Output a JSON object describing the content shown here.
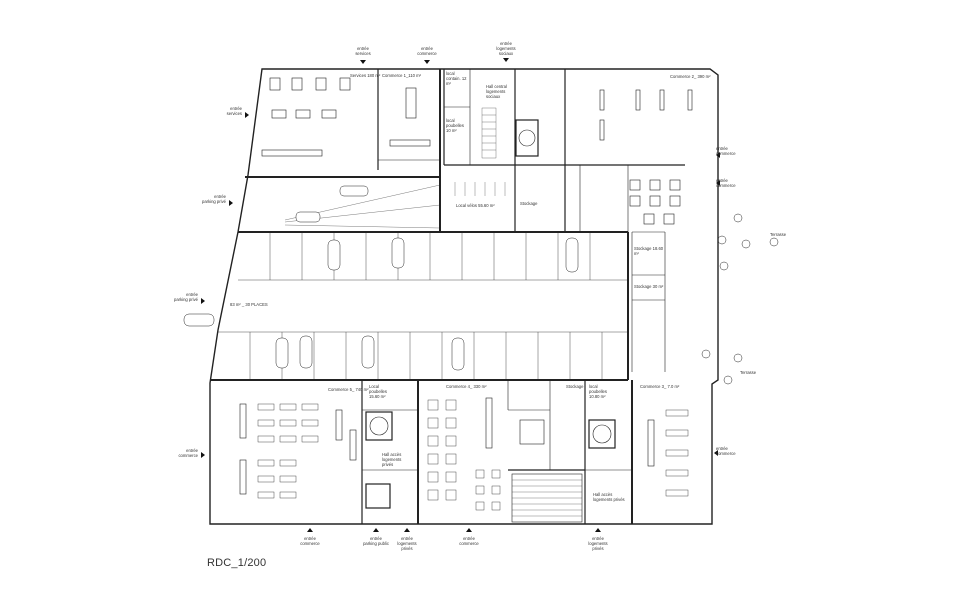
{
  "caption": "RDC_1/200",
  "rooms": {
    "services": "Services 180 m²",
    "commerce1": "Commerce 1_110 m²",
    "local_conteneurs": "local contain. 12 m²",
    "local_poubelles_top": "local poubelles 10 m²",
    "hall_top": "Hall central logements sociaux",
    "commerce2": "Commerce 2_ 390 m²",
    "stockage_top": "Stockage",
    "local_velos": "Local vélos 55.60 m²",
    "stockage_east1": "Stockage 18.60 m²",
    "stockage_east2": "Stockage 30 m²",
    "parking": "83 m² _ 30 PLACES",
    "commerce5": "Commerce 5_ 740 m²",
    "local_poubelles_sw": "Local poubelles 15.60 m²",
    "commerce4": "Commerce 4_ 330 m²",
    "stockage_mid": "Stockage",
    "local_poubelles_se": "local poubelles 10.80 m²",
    "commerce3": "Commerce 3_ 7.0 m²",
    "hall_sw": "Hall accès logements privés",
    "hall_se": "Hall accès logements privés"
  },
  "entries": {
    "services_n": "entrée services",
    "commerce_n": "entrée commerce",
    "logements_n": "entrée logements sociaux",
    "services_w": "entrée services",
    "parking_w": "entrée parking privé",
    "parking_pub_w": "entrée parking privé",
    "commerce_w": "entrée commerce",
    "commerce_e1": "entrée commerce",
    "commerce_e2": "entrée commerce",
    "terrasse1": "Terrasse",
    "terrasse2": "Terrasse",
    "commerce_e3": "entrée commerce",
    "parking_pub_s": "entrée parking public",
    "logements_s1": "entrée logements privés",
    "commerce_s1": "entrée commerce",
    "commerce_s2": "entrée commerce",
    "logements_s2": "entrée logements privés"
  }
}
